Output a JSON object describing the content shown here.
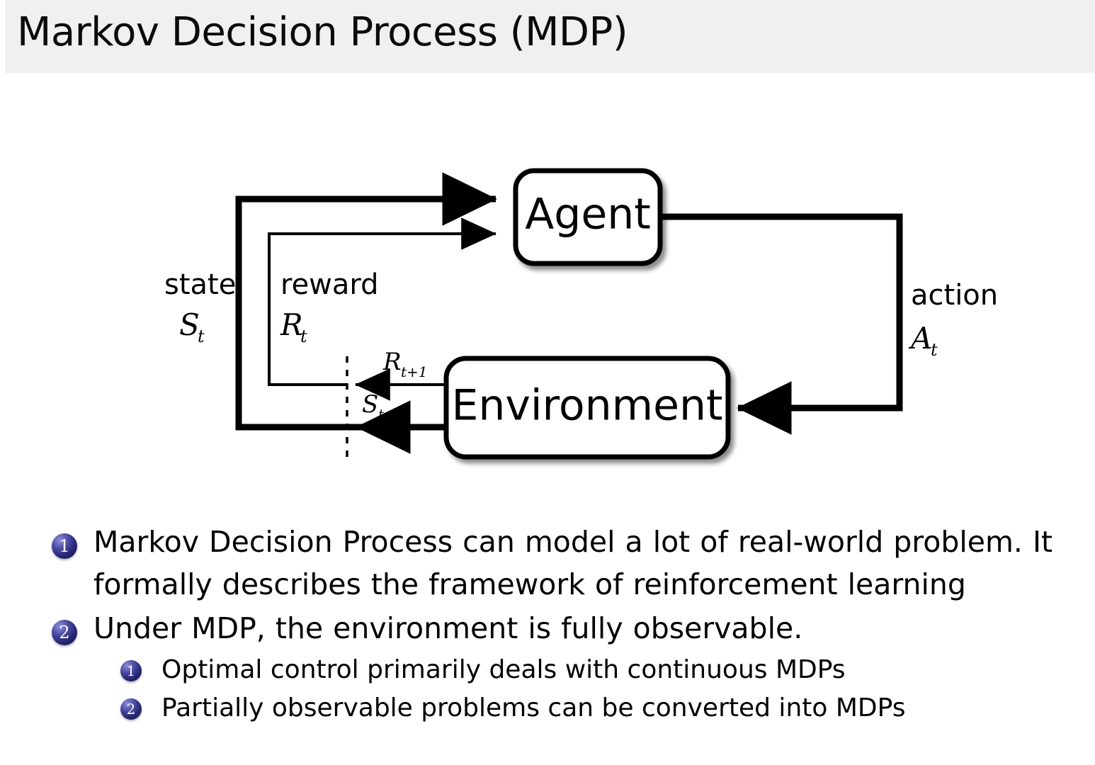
{
  "slide": {
    "title": "Markov Decision Process (MDP)",
    "header_bg": "#f0f0f0",
    "page_bg": "#ffffff",
    "text_color": "#000000"
  },
  "diagram": {
    "name": "agent-environment-interaction-loop",
    "boxes": [
      {
        "id": "agent",
        "label": "Agent"
      },
      {
        "id": "environment",
        "label": "Environment"
      }
    ],
    "labels": {
      "state_word": "state",
      "state_symbol": "S",
      "state_subscript": "t",
      "reward_word": "reward",
      "reward_symbol": "R",
      "reward_subscript": "t",
      "action_word": "action",
      "action_symbol": "A",
      "action_subscript": "t",
      "reward_next_symbol": "R",
      "reward_next_subscript": "t+1",
      "state_next_symbol": "S",
      "state_next_subscript": "t+1"
    },
    "stroke_color": "#000000",
    "box_fill": "#ffffff"
  },
  "bullets": [
    {
      "level": 1,
      "number": "1",
      "lines": [
        "Markov Decision Process can model a lot of real-world problem.  It",
        "formally describes the framework of reinforcement learning"
      ]
    },
    {
      "level": 1,
      "number": "2",
      "lines": [
        "Under MDP, the environment is fully observable."
      ]
    },
    {
      "level": 2,
      "number": "1",
      "lines": [
        "Optimal control primarily deals with continuous MDPs"
      ]
    },
    {
      "level": 2,
      "number": "2",
      "lines": [
        "Partially observable problems can be converted into MDPs"
      ]
    }
  ],
  "badge": {
    "color": "#252573"
  }
}
